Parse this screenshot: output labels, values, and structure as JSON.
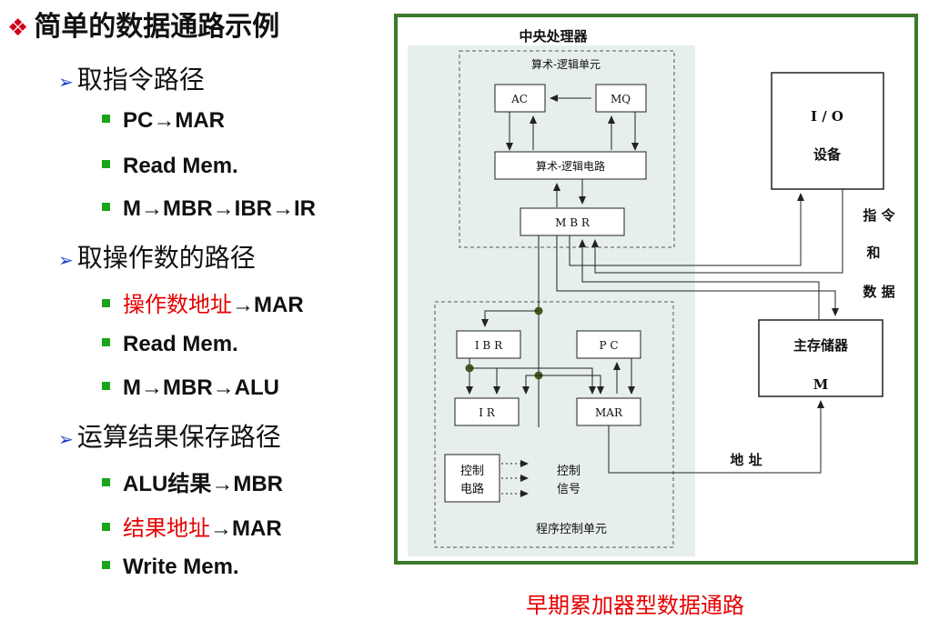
{
  "title": "简单的数据通路示例",
  "title_icon": "diamond-bullet-icon",
  "sections": [
    {
      "label": "取指令路径",
      "items": [
        {
          "red": "",
          "text": "PC→MAR"
        },
        {
          "red": "",
          "text": "Read Mem."
        },
        {
          "red": "",
          "text": "M→MBR→IBR→IR"
        }
      ]
    },
    {
      "label": "取操作数的路径",
      "items": [
        {
          "red": "操作数地址",
          "text": "→MAR"
        },
        {
          "red": "",
          "text": "Read Mem."
        },
        {
          "red": "",
          "text": "M→MBR→ALU"
        }
      ]
    },
    {
      "label": "运算结果保存路径",
      "items": [
        {
          "red": "",
          "text": "ALU结果→MBR"
        },
        {
          "red": "结果地址",
          "text": "→MAR"
        },
        {
          "red": "",
          "text": "Write Mem."
        }
      ]
    }
  ],
  "diagram": {
    "cpu_label": "中央处理器",
    "alu_unit_label": "算术-逻辑单元",
    "ac": "AC",
    "mq": "MQ",
    "alu_circuit": "算术-逻辑电路",
    "mbr": "M B R",
    "ibr": "I B R",
    "pc": "P C",
    "ir": "I R",
    "mar": "MAR",
    "control_circuit_1": "控制",
    "control_circuit_2": "电路",
    "control_signal_1": "控制",
    "control_signal_2": "信号",
    "program_control_unit": "程序控制单元",
    "io_1": "I / O",
    "io_2": "设备",
    "instr_data_1": "指 令",
    "instr_data_2": "和",
    "instr_data_3": "数 据",
    "memory_1": "主存储器",
    "memory_2": "M",
    "address": "地 址"
  },
  "caption": "早期累加器型数据通路",
  "colors": {
    "accent_red": "#e60000",
    "bullet_green": "#1aa51a",
    "arrow_blue": "#1f3fc4",
    "frame_green": "#3a7a2a",
    "cpu_bg": "#e6efec"
  }
}
